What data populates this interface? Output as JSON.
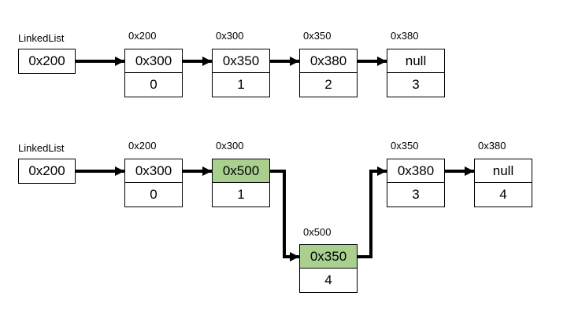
{
  "colors": {
    "highlight": "#a9d08e",
    "line": "#000000"
  },
  "top_list": {
    "head_label": "LinkedList",
    "head_value": "0x200",
    "nodes": [
      {
        "address": "0x200",
        "next": "0x300",
        "value": "0"
      },
      {
        "address": "0x300",
        "next": "0x350",
        "value": "1"
      },
      {
        "address": "0x350",
        "next": "0x380",
        "value": "2"
      },
      {
        "address": "0x380",
        "next": "null",
        "value": "3"
      }
    ]
  },
  "bottom_list": {
    "head_label": "LinkedList",
    "head_value": "0x200",
    "nodes": [
      {
        "address": "0x200",
        "next": "0x300",
        "value": "0",
        "highlight": false
      },
      {
        "address": "0x300",
        "next": "0x500",
        "value": "1",
        "highlight": true
      },
      {
        "address": "0x500",
        "next": "0x350",
        "value": "4",
        "highlight": true
      },
      {
        "address": "0x350",
        "next": "0x380",
        "value": "3",
        "highlight": false
      },
      {
        "address": "0x380",
        "next": "null",
        "value": "4",
        "highlight": false
      }
    ]
  }
}
